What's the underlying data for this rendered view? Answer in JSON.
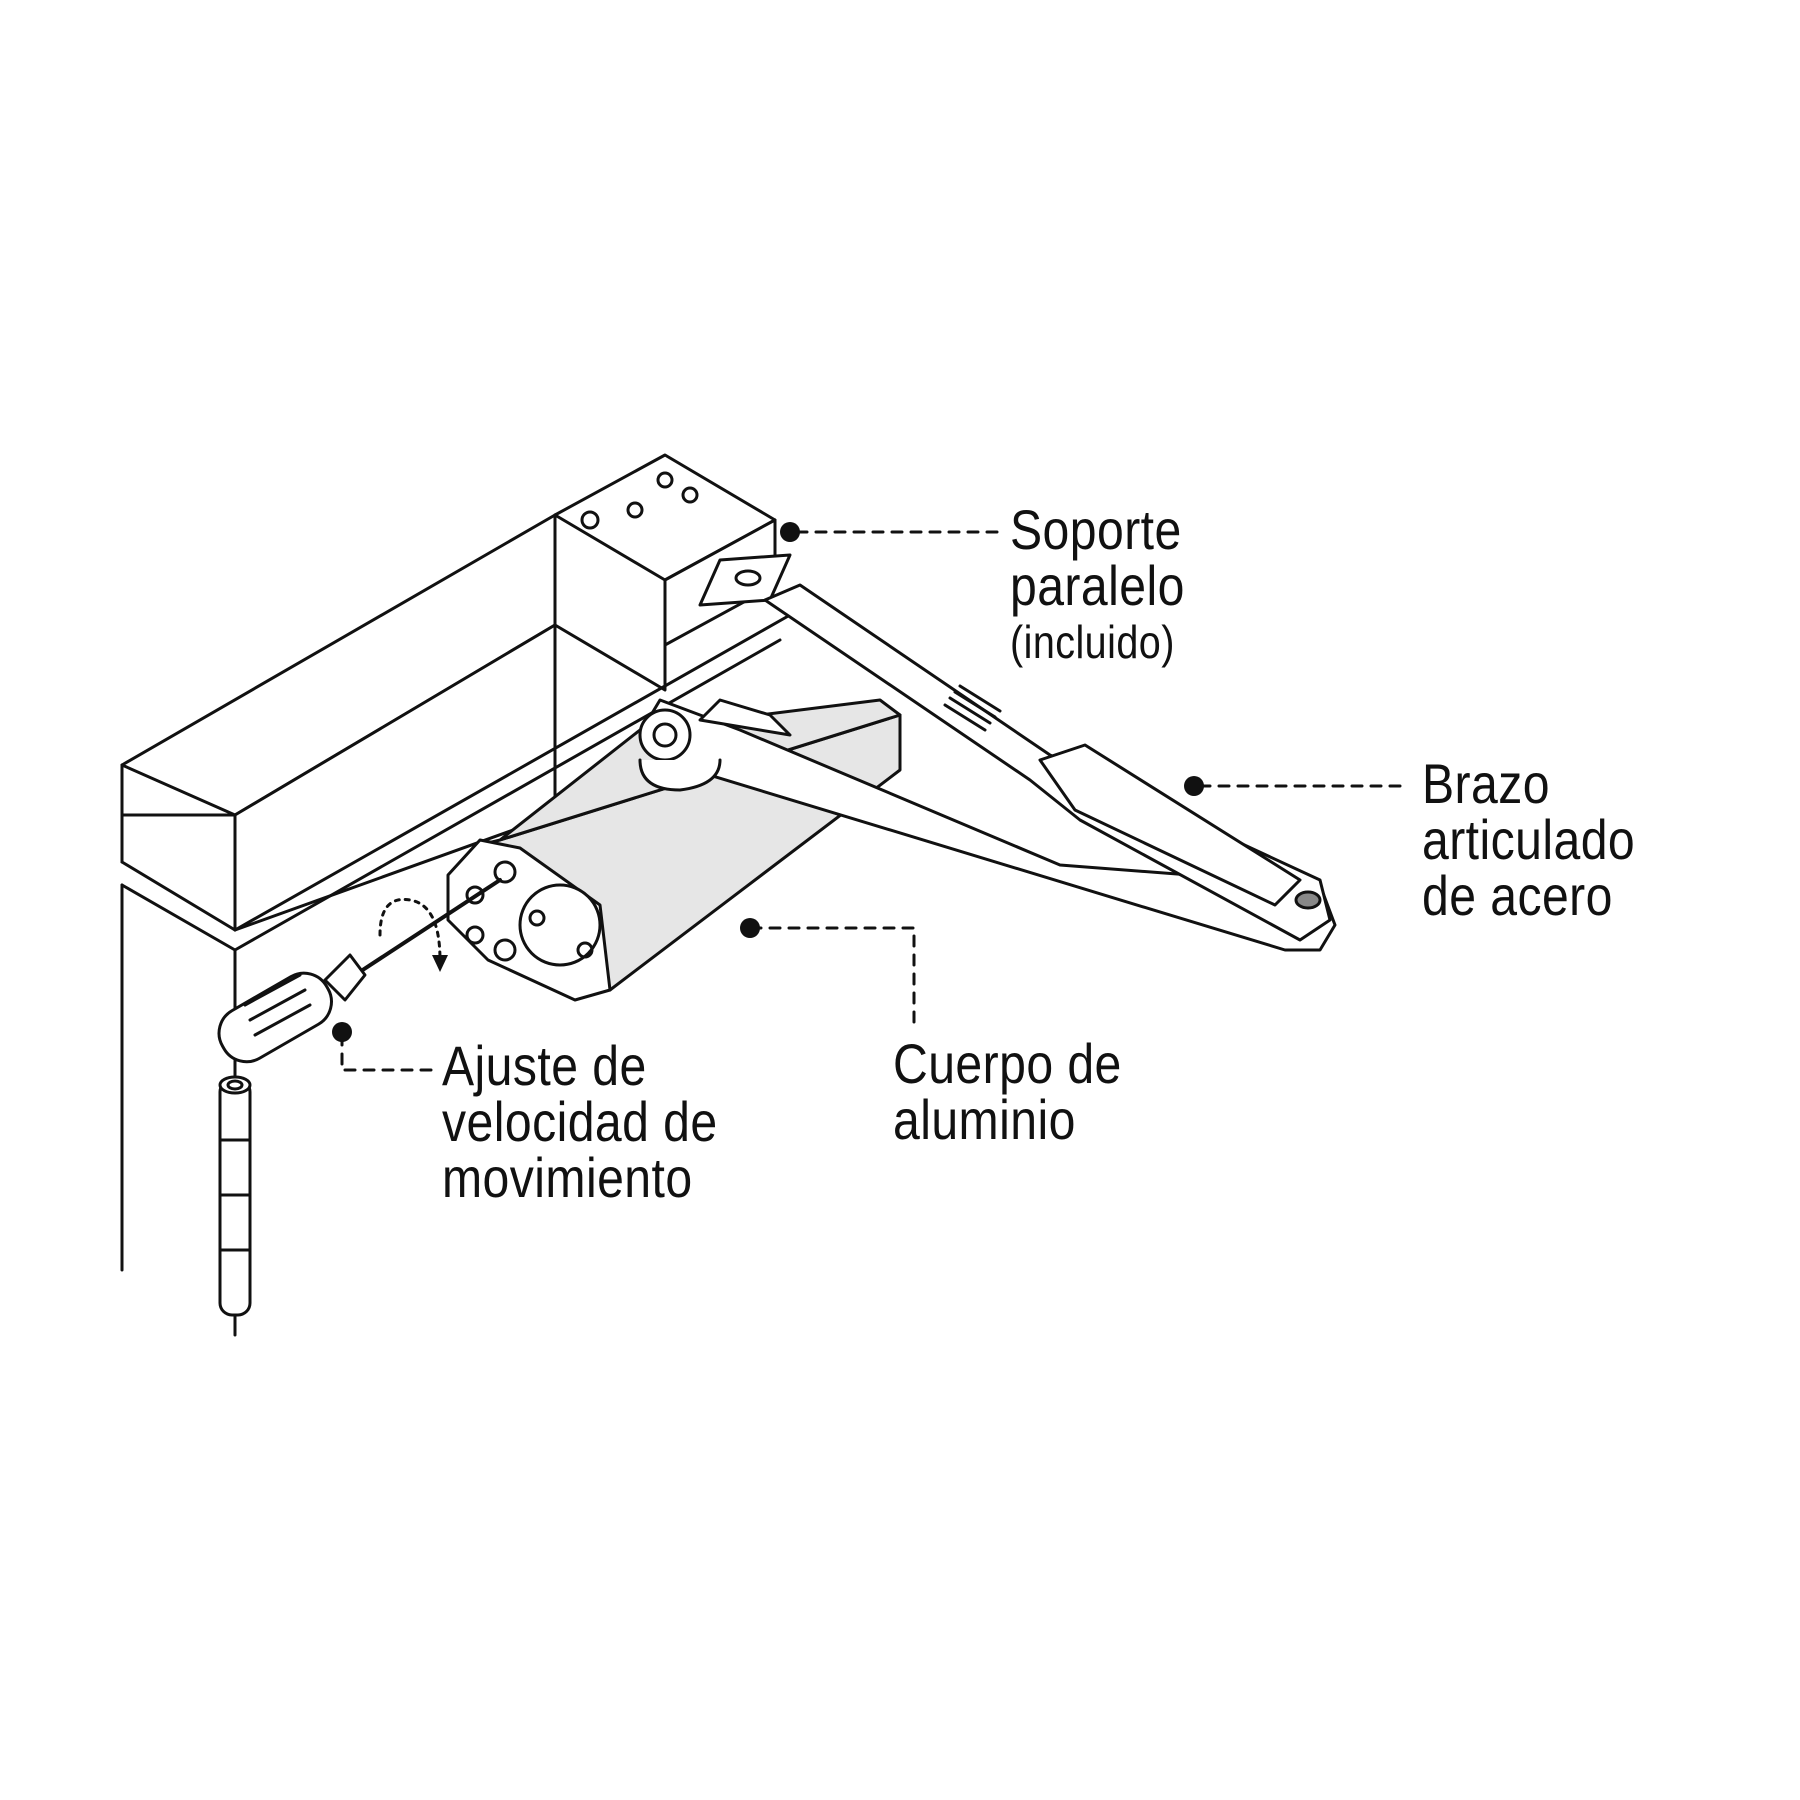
{
  "callouts": {
    "bracket": {
      "line1": "Soporte",
      "line2": "paralelo",
      "line3": "(incluido)"
    },
    "arm": {
      "line1": "Brazo",
      "line2": "articulado",
      "line3": "de acero"
    },
    "adjustment": {
      "line1": "Ajuste de",
      "line2": "velocidad de",
      "line3": "movimiento"
    },
    "body": {
      "line1": "Cuerpo de",
      "line2": "aluminio"
    }
  },
  "colors": {
    "ink": "#111111",
    "body_fill": "#e6e6e6",
    "background": "#ffffff"
  }
}
